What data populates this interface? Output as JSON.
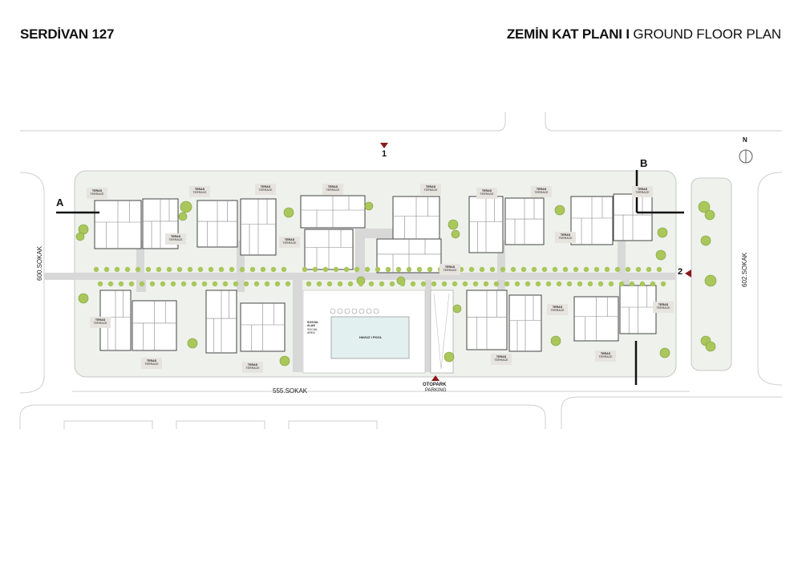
{
  "header": {
    "project": "SERDİVAN 127",
    "plan_title_tr": "ZEMİN KAT PLANI I",
    "plan_title_en": "GROUND FLOOR PLAN"
  },
  "markers": {
    "entrance_1": "1",
    "entrance_2": "2",
    "section_a": "A",
    "section_b": "B",
    "north": "N"
  },
  "streets": {
    "west": "600.SOKAK",
    "east": "602.SOKAK",
    "south": "555.SOKAK"
  },
  "parking": {
    "tr": "OTOPARK",
    "en": "PARKING"
  },
  "pool": {
    "label": "HAVUZ I POOL"
  },
  "social": {
    "tr1": "SOSYAL",
    "tr2": "ALAN",
    "en1": "SOCIAL",
    "en2": "AREA"
  },
  "terrace": {
    "tr": "TERAS",
    "en": "TERRACE"
  },
  "colors": {
    "site": "#eef1ec",
    "road": "#ffffff",
    "path": "#d8d8d8",
    "tree": "#a9c75a",
    "marker": "#8b1a1a",
    "pool": "#e3f0f0"
  }
}
